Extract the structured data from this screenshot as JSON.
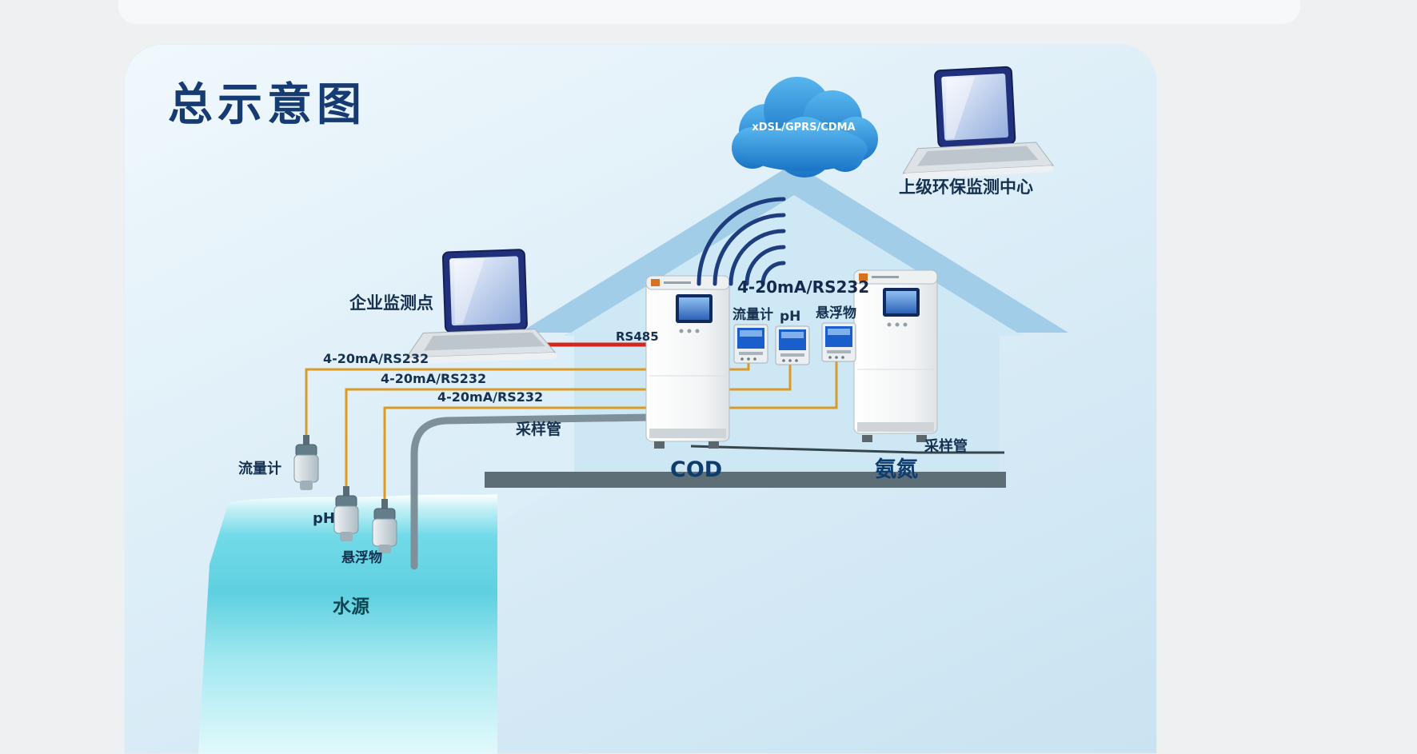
{
  "title": "总示意图",
  "cloud": {
    "label": "xDSL/GPRS/CDMA"
  },
  "remote_center": {
    "label": "上级环保监测中心"
  },
  "enterprise_point": {
    "label": "企业监测点"
  },
  "analyzers": {
    "cod_label": "COD",
    "ammonia_label": "氨氮"
  },
  "monitor_panel": {
    "group_label": "4-20mA/RS232",
    "monitors": [
      "流量计",
      "pH",
      "悬浮物"
    ]
  },
  "links": {
    "rs485_label": "RS485",
    "sensor_lines": [
      "4-20mA/RS232",
      "4-20mA/RS232",
      "4-20mA/RS232"
    ],
    "sampling_pipe_left": "采样管",
    "sampling_pipe_right": "采样管"
  },
  "sensors": {
    "flow": "流量计",
    "ph": "pH",
    "suspended_solids": "悬浮物"
  },
  "water": {
    "label": "水源"
  }
}
